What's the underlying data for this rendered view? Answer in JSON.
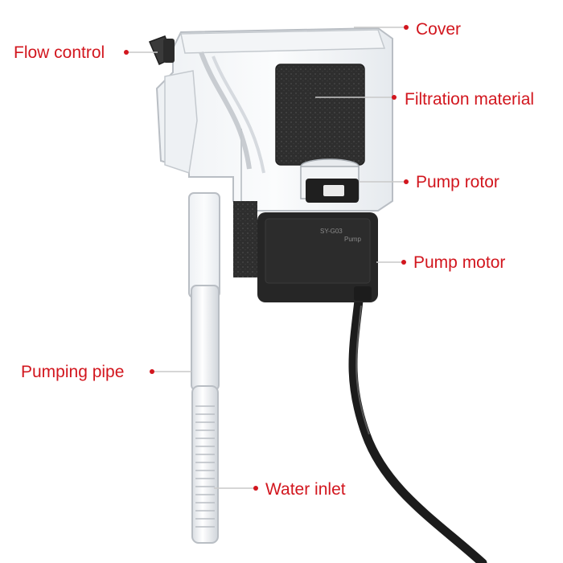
{
  "labels": {
    "cover": "Cover",
    "flow_control": "Flow control",
    "filtration_material": "Filtration material",
    "pump_rotor": "Pump rotor",
    "pump_motor": "Pump motor",
    "pumping_pipe": "Pumping pipe",
    "water_inlet": "Water inlet"
  },
  "product_print": {
    "model": "SY-G03",
    "type": "Pump"
  },
  "colors": {
    "label_red": "#d2161e",
    "leader_line": "#c9c9c9",
    "motor_black": "#262626",
    "sponge_dark": "#2e2e2e",
    "acrylic_edge": "#b9bec4",
    "background": "#ffffff"
  }
}
